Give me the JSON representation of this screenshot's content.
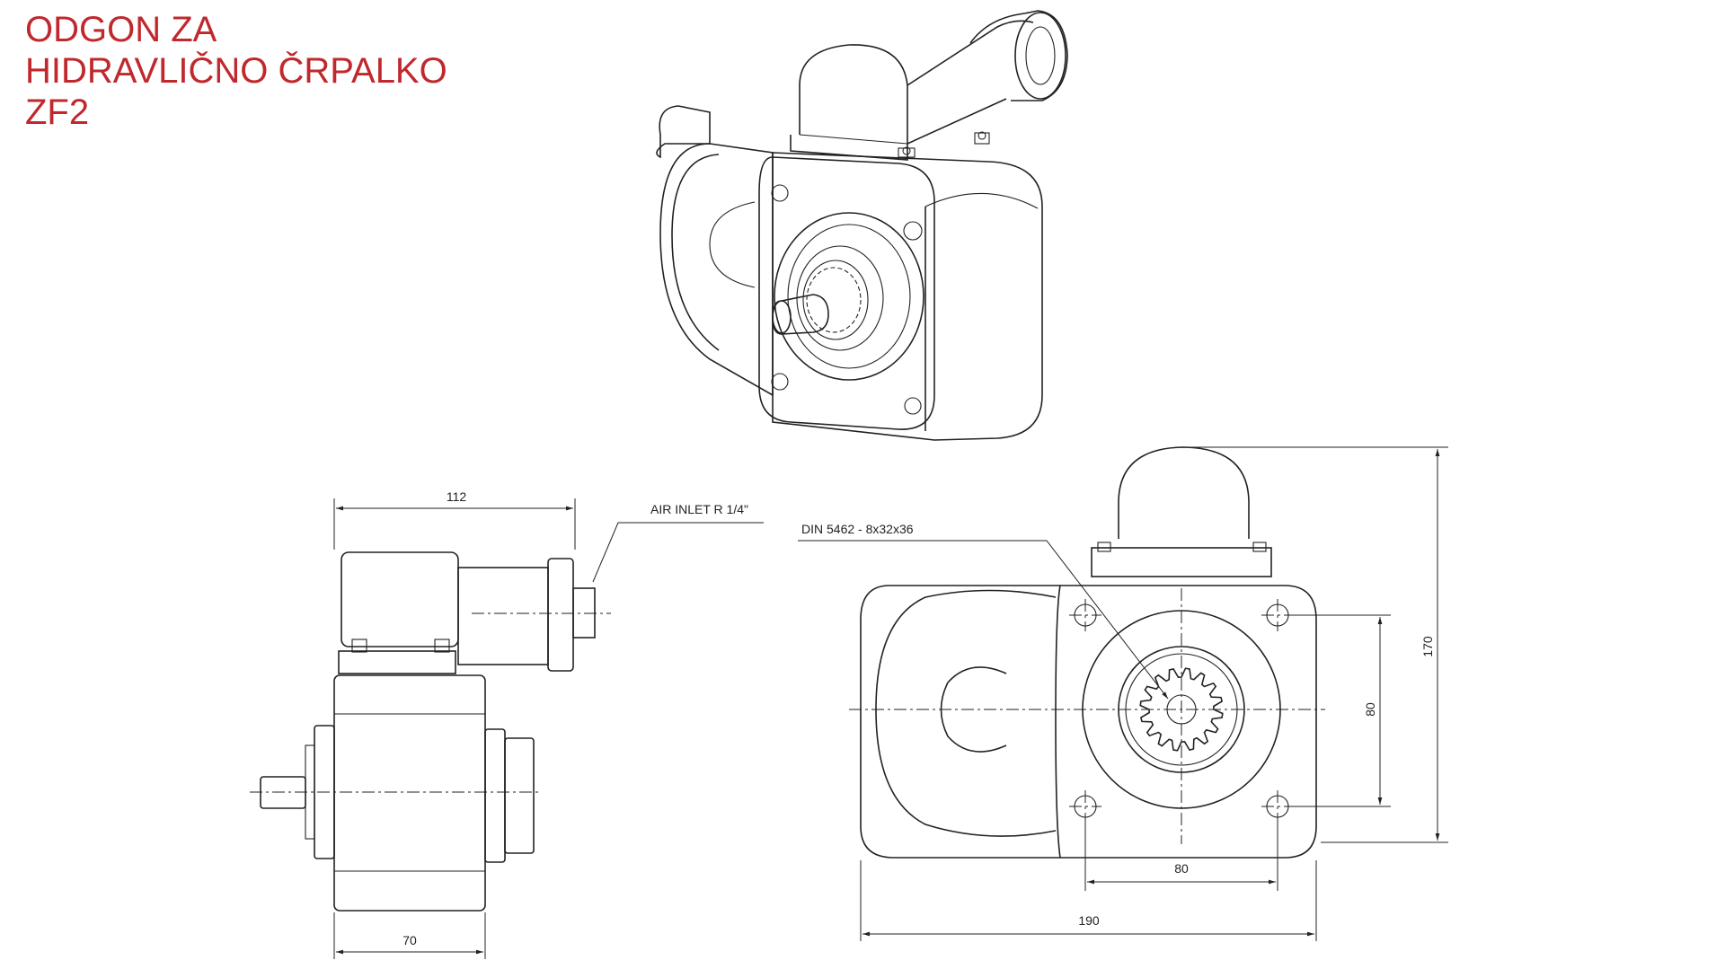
{
  "title": {
    "line1": "ODGON ZA",
    "line2": "HIDRAVLIČNO ČRPALKO",
    "line3": "ZF2"
  },
  "side_view": {
    "dim_width_top": "112",
    "dim_width_bottom": "70",
    "air_inlet_label": "AIR INLET R 1/4\""
  },
  "front_view": {
    "spline_label": "DIN 5462 - 8x32x36",
    "dim_height_total": "170",
    "dim_hole_vertical": "80",
    "dim_hole_horizontal": "80",
    "dim_width_total": "190"
  },
  "colors": {
    "title": "#c0282d",
    "line": "#222222"
  }
}
